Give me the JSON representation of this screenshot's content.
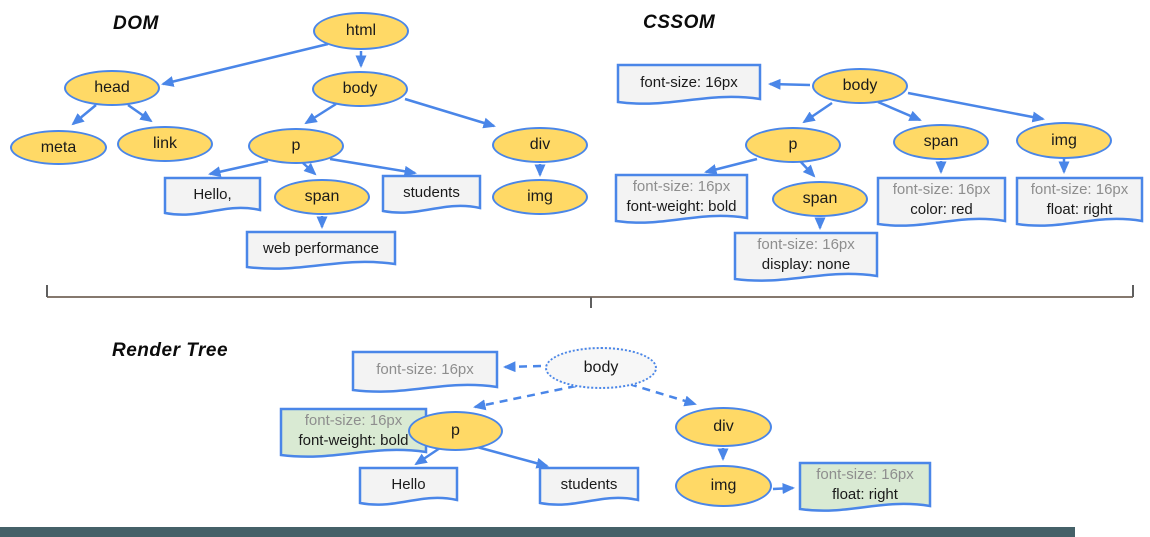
{
  "dom": {
    "title": "DOM",
    "nodes": {
      "html": "html",
      "head": "head",
      "body": "body",
      "meta": "meta",
      "link": "link",
      "p": "p",
      "span": "span",
      "div": "div",
      "img": "img"
    },
    "text_nodes": {
      "hello": "Hello,",
      "students": "students",
      "web_performance": "web performance"
    }
  },
  "cssom": {
    "title": "CSSOM",
    "nodes": {
      "body": "body",
      "p": "p",
      "span_in_p": "span",
      "span": "span",
      "img": "img"
    },
    "rules": {
      "body_line1": "font-size: 16px",
      "p_line1": "font-size: 16px",
      "p_line2": "font-weight: bold",
      "span_in_p_line1": "font-size: 16px",
      "span_in_p_line2": "display: none",
      "span_line1": "font-size: 16px",
      "span_line2": "color: red",
      "img_line1": "font-size: 16px",
      "img_line2": "float: right"
    }
  },
  "render_tree": {
    "title": "Render Tree",
    "nodes": {
      "body": "body",
      "p": "p",
      "div": "div",
      "img": "img"
    },
    "text_nodes": {
      "hello": "Hello",
      "students": "students"
    },
    "rules": {
      "body_line1": "font-size: 16px",
      "p_line1": "font-size: 16px",
      "p_line2": "font-weight: bold",
      "img_line1": "font-size: 16px",
      "img_line2": "float: right"
    }
  },
  "colors": {
    "node_fill": "#ffd966",
    "edge_blue": "#4a86e8",
    "box_fill": "#f3f3f3",
    "highlight_fill": "#d9ead3",
    "muted_text": "#8e8e8e",
    "divider": "#85786e",
    "bottom_bar": "#456168"
  }
}
